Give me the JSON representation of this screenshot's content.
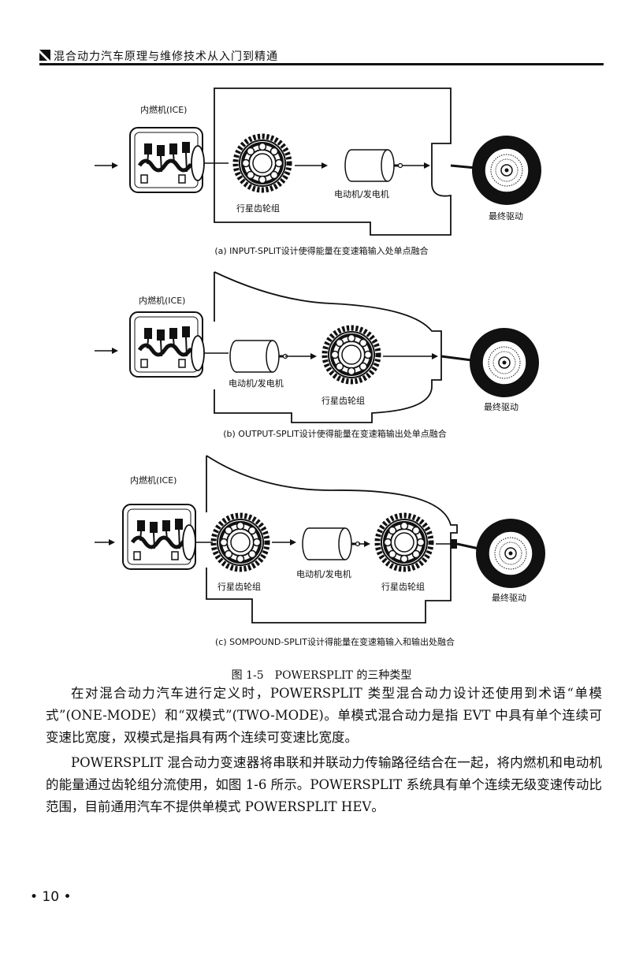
{
  "header": {
    "title": "混合动力汽车原理与维修技术从入门到精通"
  },
  "figure": {
    "panels": [
      {
        "engine_label": "内燃机(ICE)",
        "component_labels": [
          "行星齿轮组",
          "电动机/发电机"
        ],
        "wheel_label": "最终驱动",
        "caption": "(a) INPUT-SPLIT设计使得能量在变速箱输入处单点融合"
      },
      {
        "engine_label": "内燃机(ICE)",
        "component_labels": [
          "电动机/发电机",
          "行星齿轮组"
        ],
        "wheel_label": "最终驱动",
        "caption": "(b) OUTPUT-SPLIT设计使得能量在变速箱输出处单点融合"
      },
      {
        "engine_label": "内燃机(ICE)",
        "component_labels": [
          "行星齿轮组",
          "电动机/发电机",
          "行星齿轮组"
        ],
        "wheel_label": "最终驱动",
        "caption": "(c) SOMPOUND-SPLIT设计得能量在变速箱输入和输出处融合"
      }
    ],
    "caption": "图 1-5　POWERSPLIT 的三种类型"
  },
  "body": {
    "paragraphs": [
      "在对混合动力汽车进行定义时，POWERSPLIT 类型混合动力设计还使用到术语“单模式”(ONE-MODE）和“双模式”(TWO-MODE)。单模式混合动力是指 EVT 中具有单个连续可变速比宽度，双模式是指具有两个连续可变速比宽度。",
      "POWERSPLIT 混合动力变速器将串联和并联动力传输路径结合在一起，将内燃机和电动机的能量通过齿轮组分流使用，如图 1-6 所示。POWERSPLIT 系统具有单个连续无级变速传动比范围，目前通用汽车不提供单模式 POWERSPLIT HEV。"
    ]
  },
  "footer": {
    "page_number": "• 10 •"
  }
}
